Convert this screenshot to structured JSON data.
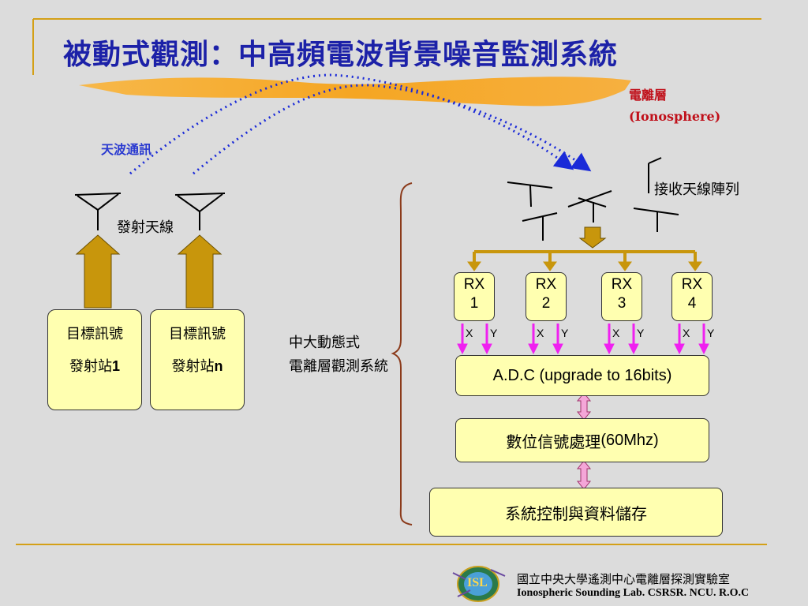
{
  "slide": {
    "title": "被動式觀測：中高頻電波背景噪音監測系統",
    "ionosphere_zh": "電離層",
    "ionosphere_en": "(Ionosphere)",
    "skywave_label": "天波通訊",
    "tx_antenna_label": "發射天線",
    "rx_array_label": "接收天線陣列",
    "center_label_line1": "中大動態式",
    "center_label_line2": "電離層觀測系統"
  },
  "stations": [
    {
      "line1": "目標訊號",
      "line2_prefix": "發射站",
      "line2_suffix": "1"
    },
    {
      "line1": "目標訊號",
      "line2_prefix": "發射站",
      "line2_suffix": "n"
    }
  ],
  "receivers": [
    {
      "label": "RX",
      "num": "1"
    },
    {
      "label": "RX",
      "num": "2"
    },
    {
      "label": "RX",
      "num": "3"
    },
    {
      "label": "RX",
      "num": "4"
    }
  ],
  "channel_labels": {
    "x": "X",
    "y": "Y"
  },
  "processing": {
    "adc": "A.D.C (upgrade to 16bits)",
    "dsp_zh": "數位信號處理 ",
    "dsp_en": "(60Mhz)",
    "storage": "系統控制與資料儲存"
  },
  "footer": {
    "logo_text": "ISL",
    "org_zh": "國立中央大學遙測中心電離層探測實驗室",
    "org_en": "Ionospheric Sounding Lab. CSRSR.  NCU. R.O.C"
  },
  "colors": {
    "title": "#1c21a8",
    "ionosphere_fill": "#f5a623",
    "ionosphere_label": "#c0101a",
    "skywave_dots": "#1a2ad8",
    "arrow_gold": "#c8960c",
    "xy_arrow": "#f020f0",
    "box_fill": "#ffffb0",
    "rule_line": "#d4a017"
  }
}
